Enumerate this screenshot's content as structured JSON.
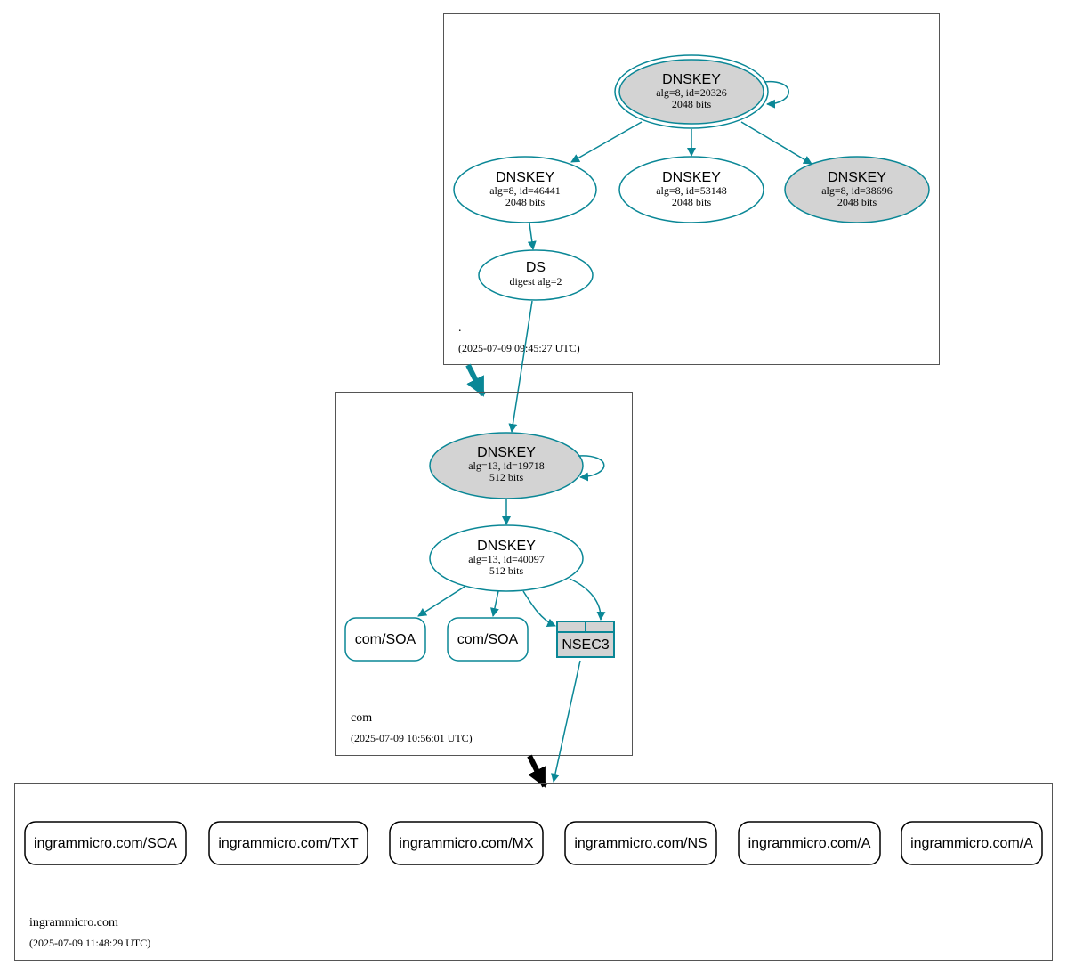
{
  "colors": {
    "edge": "#0a8796",
    "ksk_fill": "#d3d3d3",
    "zone_border": "#555555",
    "delegation_insecure": "#000000"
  },
  "zones": {
    "root": {
      "name": ".",
      "timestamp": "(2025-07-09 09:45:27 UTC)",
      "dnskey_20326": {
        "title": "DNSKEY",
        "detail": "alg=8, id=20326",
        "size": "2048 bits"
      },
      "dnskey_46441": {
        "title": "DNSKEY",
        "detail": "alg=8, id=46441",
        "size": "2048 bits"
      },
      "dnskey_53148": {
        "title": "DNSKEY",
        "detail": "alg=8, id=53148",
        "size": "2048 bits"
      },
      "dnskey_38696": {
        "title": "DNSKEY",
        "detail": "alg=8, id=38696",
        "size": "2048 bits"
      },
      "ds": {
        "title": "DS",
        "detail": "digest alg=2"
      }
    },
    "com": {
      "name": "com",
      "timestamp": "(2025-07-09 10:56:01 UTC)",
      "dnskey_19718": {
        "title": "DNSKEY",
        "detail": "alg=13, id=19718",
        "size": "512 bits"
      },
      "dnskey_40097": {
        "title": "DNSKEY",
        "detail": "alg=13, id=40097",
        "size": "512 bits"
      },
      "soa_1": "com/SOA",
      "soa_2": "com/SOA",
      "nsec3": "NSEC3"
    },
    "ingrammicro": {
      "name": "ingrammicro.com",
      "timestamp": "(2025-07-09 11:48:29 UTC)",
      "records": [
        "ingrammicro.com/SOA",
        "ingrammicro.com/TXT",
        "ingrammicro.com/MX",
        "ingrammicro.com/NS",
        "ingrammicro.com/A",
        "ingrammicro.com/A"
      ]
    }
  }
}
